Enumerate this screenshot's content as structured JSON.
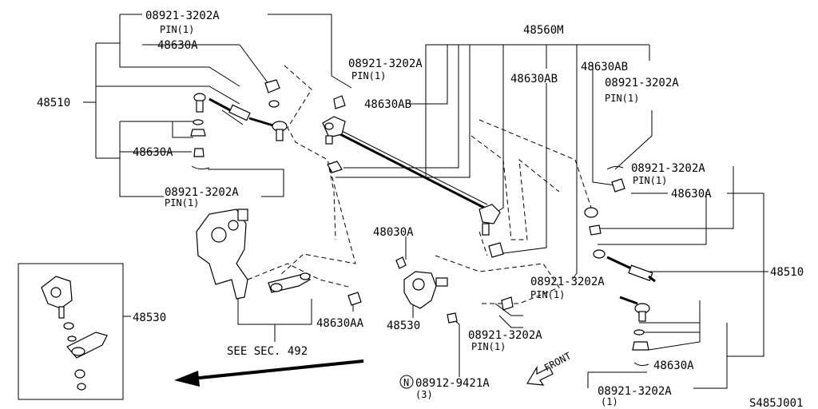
{
  "labels": {
    "pin_tl_num": "08921-3202A",
    "pin_tl_pin": "PIN(1)",
    "cap_tl": "48630A",
    "assy_left": "48510",
    "nut_left": "48630A",
    "pin_left_num": "08921-3202A",
    "pin_left_pin": "PIN(1)",
    "rod_top": "48560M",
    "pin_mid_num": "08921-3202A",
    "pin_mid_pin": "PIN(1)",
    "nut_mid": "48630AB",
    "nut_center": "48630AB",
    "nut_right_top": "48630AB",
    "pin_rt_num": "08921-3202A",
    "pin_rt_pin": "PIN(1)",
    "pin_r2_num": "08921-3202A",
    "pin_r2_pin": "PIN(1)",
    "nut_right": "48630A",
    "assy_right": "48510",
    "idler_bolt": "48030A",
    "idler_label": "48530",
    "nut_aa": "48630AA",
    "see_sec": "SEE SEC. 492",
    "pin_c1_num": "08921-3202A",
    "pin_c1_pin": "PIN(1)",
    "pin_c2_num": "08921-3202A",
    "pin_c2_pin": "PIN(1)",
    "nut_n": "08912-9421A",
    "nut_n_qty": "(3)",
    "n_mark": "N",
    "front": "FRONT",
    "nut_br": "48630A",
    "pin_br_num": "08921-3202A",
    "pin_br_qty": "(1)",
    "inset_label": "48530",
    "figure_code": "S485J001"
  }
}
